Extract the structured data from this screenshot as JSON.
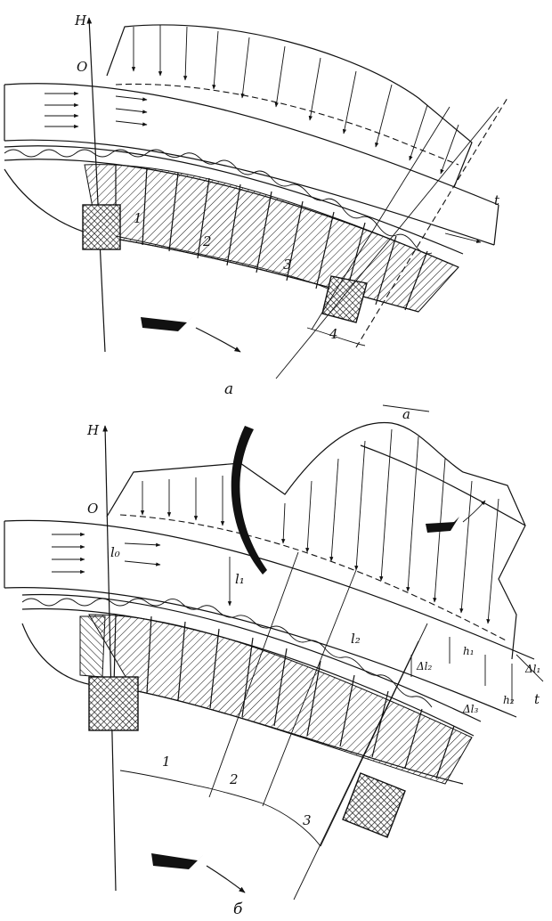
{
  "figure": {
    "panel_a": {
      "caption": "а",
      "axis_h": "H",
      "origin": "O",
      "axis_t": "t",
      "zones": [
        "1",
        "2",
        "3",
        "4"
      ]
    },
    "panel_b": {
      "caption": "б",
      "axis_h": "H",
      "origin": "O",
      "axis_t": "t",
      "zones": [
        "1",
        "2",
        "3"
      ],
      "label_a": "a",
      "label_l0": "l₀",
      "label_l1": "l₁",
      "label_l2": "l₂",
      "label_h1": "h₁",
      "label_h2": "h₂",
      "label_dl1": "Δl₁",
      "label_dl2": "Δl₂",
      "label_dl3": "Δl₃"
    }
  }
}
